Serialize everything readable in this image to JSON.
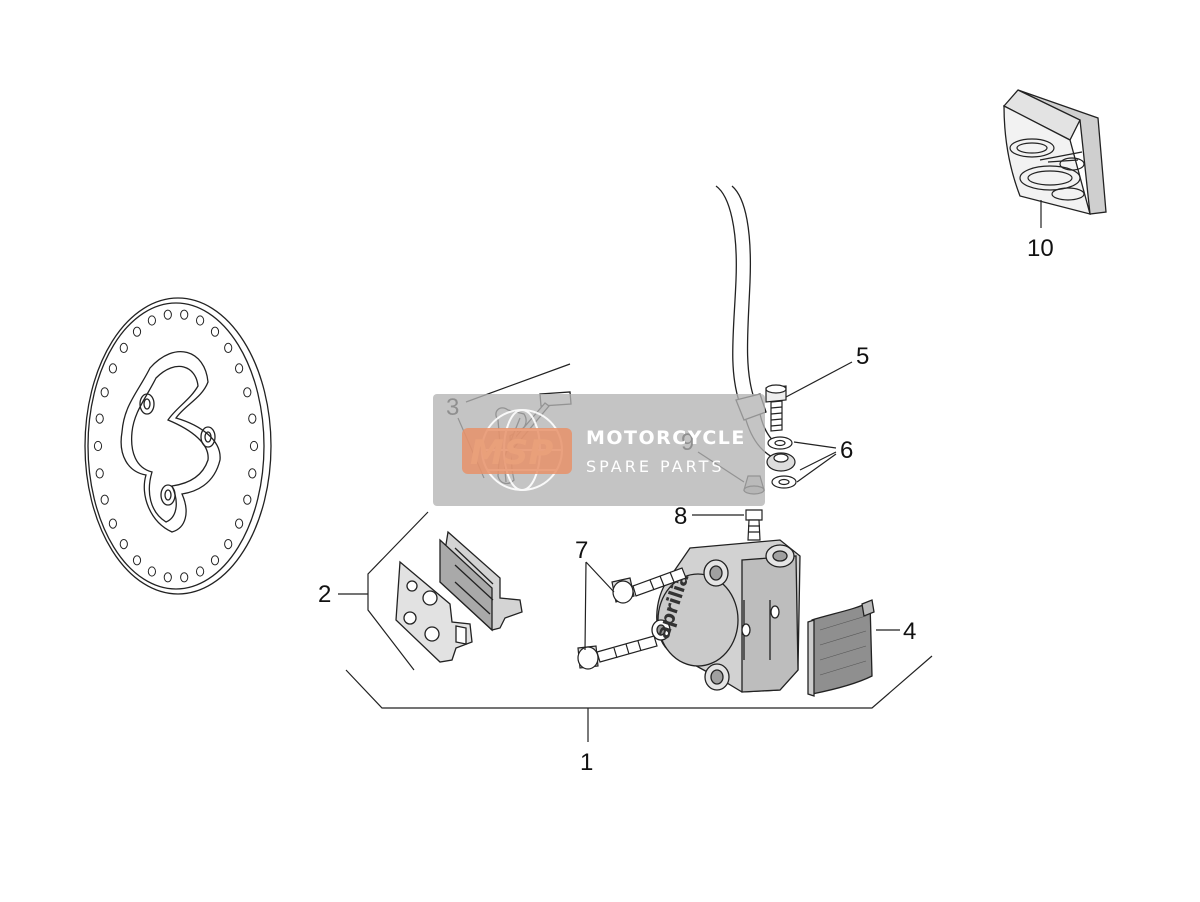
{
  "diagram": {
    "callouts": [
      {
        "id": "1",
        "label": "1"
      },
      {
        "id": "2",
        "label": "2"
      },
      {
        "id": "3",
        "label": "3"
      },
      {
        "id": "4",
        "label": "4"
      },
      {
        "id": "5",
        "label": "5"
      },
      {
        "id": "6",
        "label": "6"
      },
      {
        "id": "7",
        "label": "7"
      },
      {
        "id": "8",
        "label": "8"
      },
      {
        "id": "9",
        "label": "9"
      },
      {
        "id": "10",
        "label": "10"
      }
    ],
    "caliper_brand": "aprilia"
  },
  "watermark": {
    "logo_text": "MSP",
    "title": "MOTORCYCLE",
    "subtitle": "SPARE PARTS",
    "panel_color": "#b4b4b4",
    "accent_color": "#e8926a"
  }
}
